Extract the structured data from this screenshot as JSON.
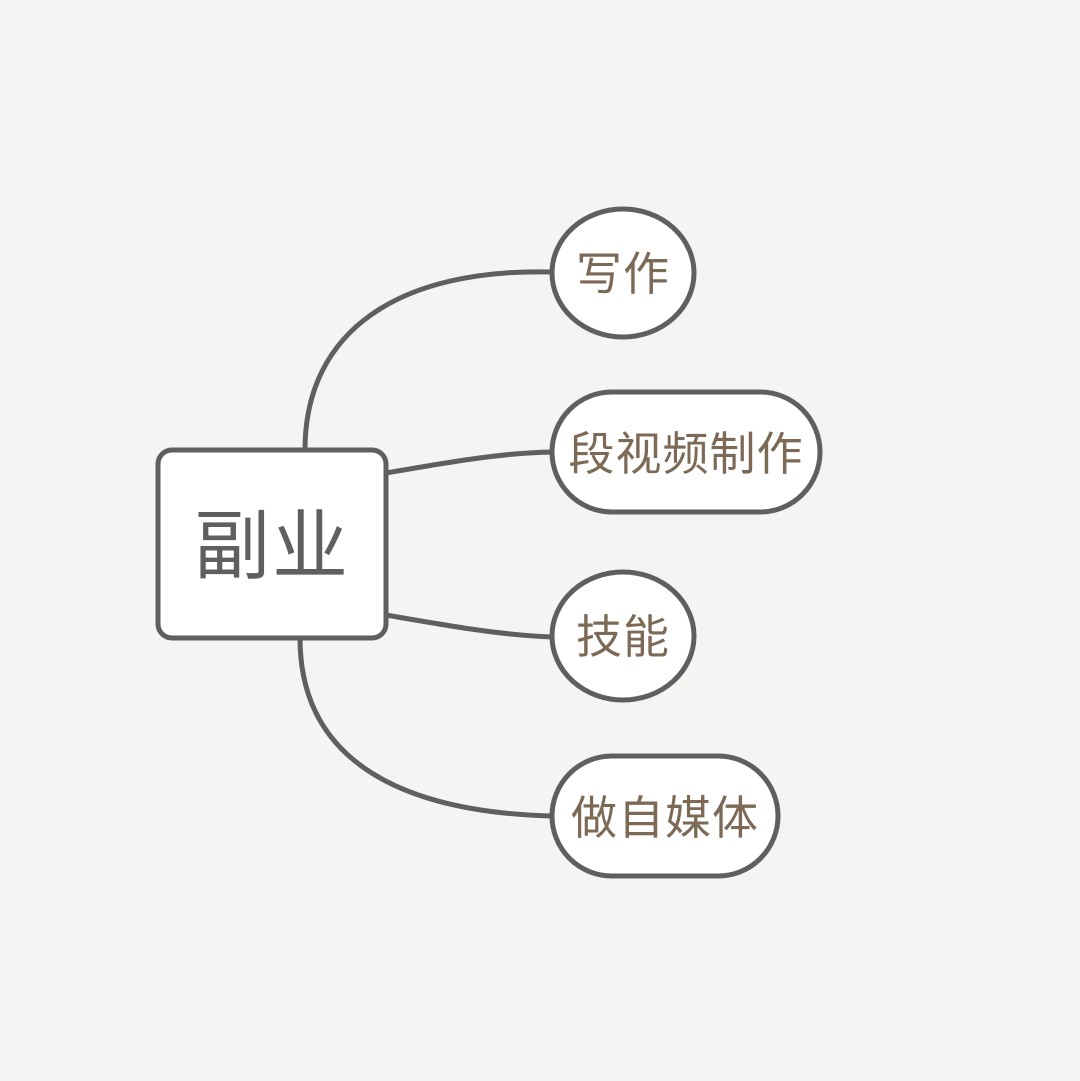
{
  "diagram": {
    "type": "mind-map",
    "background_color": "#f4f4f3",
    "node_fill": "#ffffff",
    "node_stroke": "#5f5f5f",
    "root_text_color": "#5f5f5f",
    "child_text_color": "#7d6a56",
    "edge_color": "#5f5f5f",
    "root": {
      "label": "副业",
      "shape": "rounded-rectangle"
    },
    "children": [
      {
        "label": "写作",
        "shape": "ellipse"
      },
      {
        "label": "段视频制作",
        "shape": "pill"
      },
      {
        "label": "技能",
        "shape": "ellipse"
      },
      {
        "label": "做自媒体",
        "shape": "pill"
      }
    ]
  }
}
